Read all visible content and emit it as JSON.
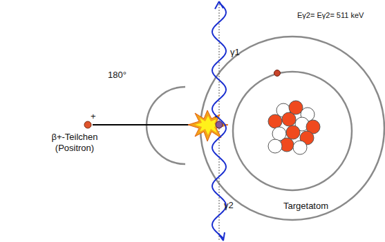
{
  "diagram": {
    "labels": [
      "Eγ2= Eγ2= 511 keV",
      "γ1",
      "180°",
      "β+-Teilchen (Positron)",
      "+",
      "-",
      "γ2",
      "Targetatom"
    ]
  }
}
